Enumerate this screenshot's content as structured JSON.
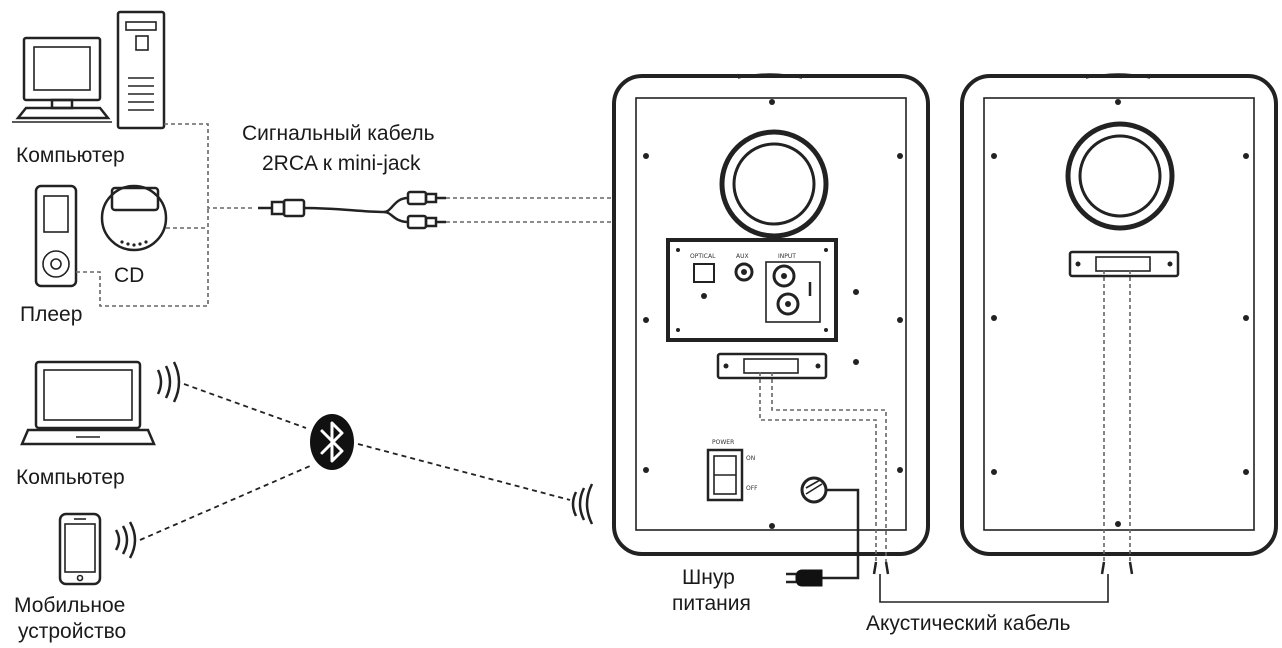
{
  "labels": {
    "computer_top": "Компьютер",
    "cd": "CD",
    "player": "Плеер",
    "cable_line1": "Сигнальный кабель",
    "cable_line2": "2RCA к mini-jack",
    "computer_bt": "Компьютер",
    "mobile_line1": "Мобильное",
    "mobile_line2": "устройство",
    "power_line1": "Шнур",
    "power_line2": "питания",
    "speaker_cable": "Акустический кабель"
  },
  "panel_labels": {
    "optical": "OPTICAL",
    "aux": "AUX",
    "input": "INPUT",
    "power": "POWER",
    "on": "ON",
    "off": "OFF"
  },
  "icons": {
    "bluetooth": "bluetooth-icon",
    "wireless": "wireless-waves-icon"
  },
  "colors": {
    "line": "#222222",
    "dashed_signal": "#666666",
    "background": "#ffffff"
  }
}
